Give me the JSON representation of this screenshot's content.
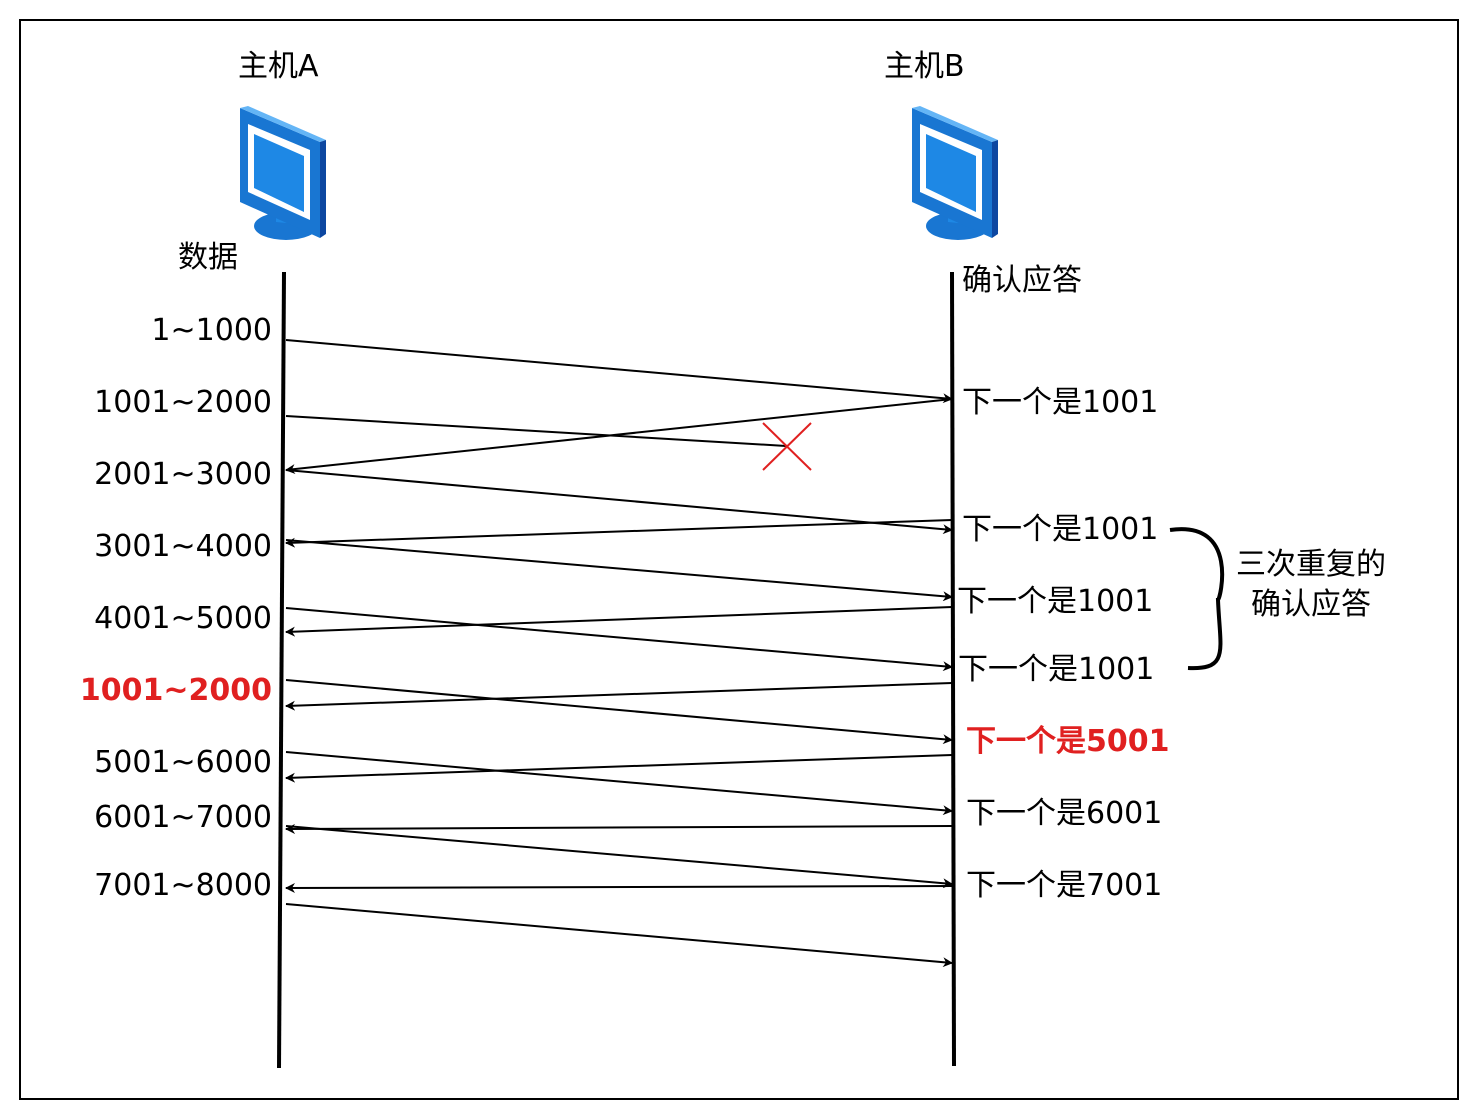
{
  "hosts": {
    "a": "主机A",
    "b": "主机B"
  },
  "icons": {
    "host_a": "computer-monitor-icon",
    "host_b": "computer-monitor-icon",
    "lost": "x-mark-icon"
  },
  "column_titles": {
    "data": "数据",
    "ack": "确认应答"
  },
  "segments": [
    {
      "label": "1~1000",
      "highlight": false
    },
    {
      "label": "1001~2000",
      "highlight": false
    },
    {
      "label": "2001~3000",
      "highlight": false
    },
    {
      "label": "3001~4000",
      "highlight": false
    },
    {
      "label": "4001~5000",
      "highlight": false
    },
    {
      "label": "1001~2000",
      "highlight": true
    },
    {
      "label": "5001~6000",
      "highlight": false
    },
    {
      "label": "6001~7000",
      "highlight": false
    },
    {
      "label": "7001~8000",
      "highlight": false
    }
  ],
  "acks": [
    {
      "label": "下一个是1001",
      "highlight": false
    },
    {
      "label": "下一个是1001",
      "highlight": false
    },
    {
      "label": "下一个是1001",
      "highlight": false
    },
    {
      "label": "下一个是1001",
      "highlight": false
    },
    {
      "label": "下一个是5001",
      "highlight": true
    },
    {
      "label": "下一个是6001",
      "highlight": false
    },
    {
      "label": "下一个是7001",
      "highlight": false
    }
  ],
  "brace_note": {
    "line1": "三次重复的",
    "line2": "确认应答"
  },
  "colors": {
    "line": "#000000",
    "highlight": "#e02020",
    "monitor": "#1e88e5"
  }
}
